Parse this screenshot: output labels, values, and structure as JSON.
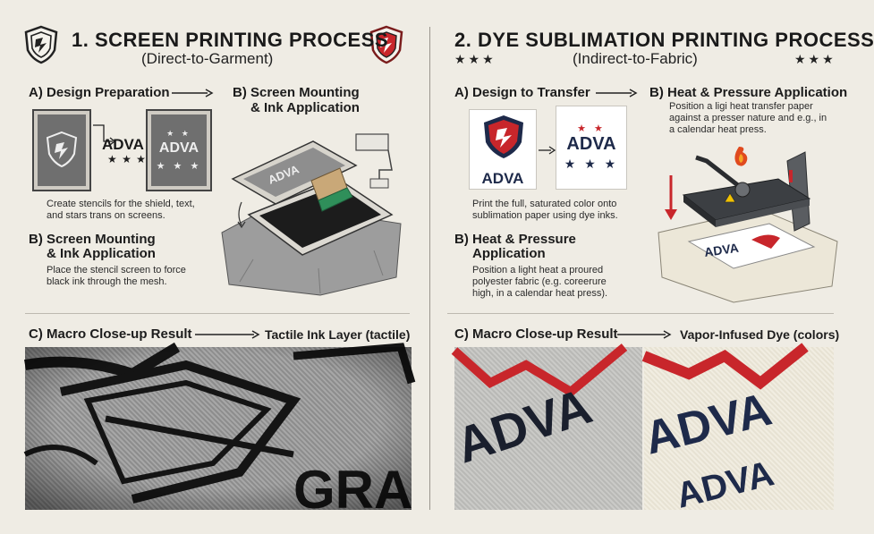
{
  "left": {
    "title": "1. SCREEN PRINTING PROCESS",
    "subtitle": "(Direct-to-Garment)",
    "step_a": "A) Design Preparation",
    "step_b_top_line1": "B) Screen Mounting",
    "step_b_top_line2": "& Ink Application",
    "brand": "ADVA",
    "brand_stars": "★ ★ ★",
    "step_a_desc_line1": "Create stencils for the shield, text,",
    "step_a_desc_line2": "and stars trans on screens.",
    "screen_label": "ADVA",
    "step_b_line1": "B) Screen Mounting",
    "step_b_line2": "& Ink Application",
    "step_b_desc_line1": "Place the stencil screen to force",
    "step_b_desc_line2": "black ink through the mesh.",
    "step_c": "C) Macro Close-up Result",
    "step_c_result": "Tactile Ink Layer (tactile)",
    "macro_text": "GRA"
  },
  "right": {
    "title": "2. DYE SUBLIMATION PRINTING PROCESS",
    "subtitle": "(Indirect-to-Fabric)",
    "stars_left": "★★★",
    "stars_right": "★★★",
    "step_a": "A) Design to Transfer",
    "step_b_top": "B) Heat & Pressure Application",
    "step_b_top_desc_line1": "Position a ligi heat transfer paper",
    "step_b_top_desc_line2": "against a presser nature and e.g., in",
    "step_b_top_desc_line3": "a calendar heat press.",
    "brand": "ADVA",
    "brand_stars_top": "★ ★",
    "brand_stars_bottom": "★ ★ ★",
    "step_a_desc_line1": "Print the full, saturated color onto",
    "step_a_desc_line2": "sublimation paper using dye inks.",
    "step_b_line1": "B)  Heat & Pressure",
    "step_b_line2": "Application",
    "step_b_desc_line1": "Position a light heat a proured",
    "step_b_desc_line2": "polyester fabric (e.g. coreerure",
    "step_b_desc_line3": "high, in a calendar heat press).",
    "press_label": "ADVA",
    "step_c": "C) Macro Close-up Result",
    "step_c_result": "Vapor-Infused Dye (colors)",
    "macro_left_text": "ADVA",
    "macro_right_text": "ADVA",
    "macro_right_text2": "ADVA"
  },
  "colors": {
    "background": "#efece4",
    "accent_red": "#c8262b",
    "navy": "#1e2a4a",
    "ink_black": "#151515"
  }
}
